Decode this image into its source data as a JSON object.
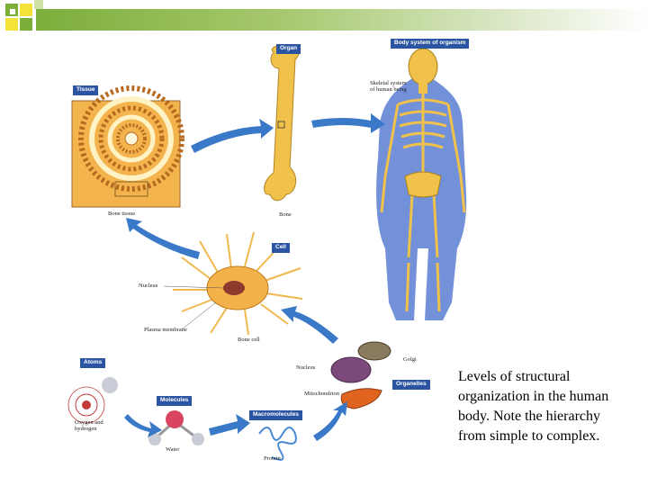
{
  "labels": {
    "organ": "Organ",
    "body_system": "Body system of organism",
    "tissue": "Tissue",
    "cell": "Cell",
    "atoms": "Atoms",
    "molecules": "Molecules",
    "macromolecules": "Macromolecules",
    "organelles": "Organelles"
  },
  "captions": {
    "skeletal_line1": "Skeletal system",
    "skeletal_line2": "of human being",
    "bone_tissue": "Bone tissue",
    "bone": "Bone",
    "nucleus_cell": "Nucleus",
    "plasma_membrane": "Plasma membrane",
    "bone_cell": "Bone cell",
    "golgi": "Golgi",
    "nucleus_org": "Nucleus",
    "mitochondrion": "Mitochondrion",
    "oxygen_line1": "Oxygen and",
    "oxygen_line2": "hydrogen",
    "water": "Water",
    "protein": "Protein"
  },
  "caption_text": "Levels of structural organization in the human body. Note the hierarchy from simple to complex.",
  "colors": {
    "label_bg": "#2b55a3",
    "arrow": "#3a78c8",
    "bone": "#f1c24b",
    "accent_green": "#7cae3a"
  }
}
